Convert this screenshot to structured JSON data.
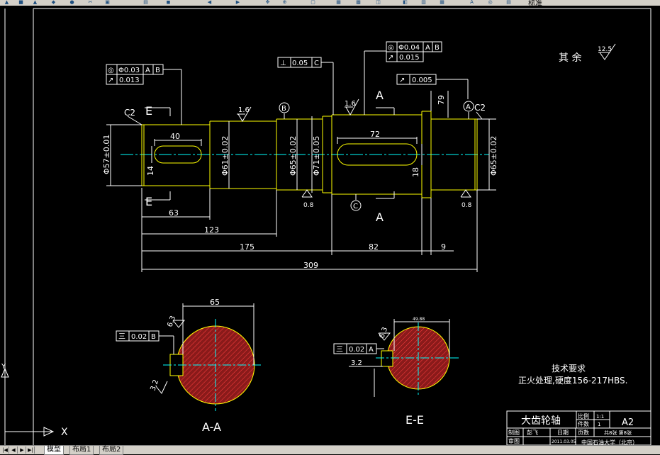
{
  "toolbar": {
    "right_label": "标准"
  },
  "tabs": [
    {
      "label": "模型",
      "active": true
    },
    {
      "label": "布局1",
      "active": false
    },
    {
      "label": "布局2",
      "active": false
    }
  ],
  "ucs": {
    "x_label": "X",
    "y_label": "Y"
  },
  "drawing": {
    "remaining_roughness_label": "其 余",
    "remaining_roughness_value": "12.5",
    "tolerance_frames": {
      "left": {
        "symbol1": "◎",
        "value1": "Φ0.03",
        "datum1a": "A",
        "datum1b": "B",
        "symbol2": "↗",
        "value2": "0.013"
      },
      "perp": {
        "symbol": "⊥",
        "value": "0.05",
        "datum": "C"
      },
      "center": {
        "symbol1": "◎",
        "value1": "Φ0.04",
        "datum1a": "A",
        "datum1b": "B",
        "symbol2": "↗",
        "value2": "0.015"
      },
      "runout_right": {
        "symbol": "↗",
        "value": "0.005"
      },
      "section_a": {
        "symbol": "三",
        "value": "0.02",
        "datum": "B"
      },
      "section_e": {
        "symbol": "三",
        "value": "0.02",
        "datum": "A"
      }
    },
    "labels": {
      "c2_left": "C2",
      "c2_right": "C2",
      "e_top": "E",
      "e_bottom": "E",
      "a_top": "A",
      "a_bottom": "A",
      "datum_b": "B",
      "datum_a": "A",
      "datum_c": "C",
      "rough_16a": "1.6",
      "rough_16b": "1.6",
      "rough_08a": "0.8",
      "rough_08b": "0.8",
      "rough_63a": "6.3",
      "rough_32a": "3.2",
      "rough_63b": "6.3",
      "rough_32b": "3.2"
    },
    "dimensions": {
      "d40": "40",
      "d14": "14",
      "d72": "72",
      "d18": "18",
      "d79": "79",
      "d63": "63",
      "d123": "123",
      "d175": "175",
      "d82": "82",
      "d9": "9",
      "d309": "309",
      "d65": "65",
      "d4988": "49.88",
      "dia57": "Φ57±0.01",
      "dia61": "Φ61±0.02",
      "dia65a": "Φ65±0.02",
      "dia71": "Φ71±0.05",
      "dia65b": "Φ65±0.02"
    },
    "section_a_title": "A-A",
    "section_e_title": "E-E",
    "tech_req_title": "技术要求",
    "tech_req_text": "正火处理,硬度156-217HBS.",
    "title_block": {
      "part_name": "大齿轮轴",
      "ratio_label": "比例",
      "ratio_value": "1:1",
      "qty_label": "件数",
      "qty_value": "1",
      "sheet_size": "A2",
      "drawn_label": "制图",
      "drawn_name": "彭飞",
      "date_label": "日期",
      "date_value": "2011.03.05",
      "sheet_label": "页数",
      "sheet_value": "共8张 第8张",
      "check_label": "审图",
      "school": "中国石油大学（北京）"
    }
  }
}
